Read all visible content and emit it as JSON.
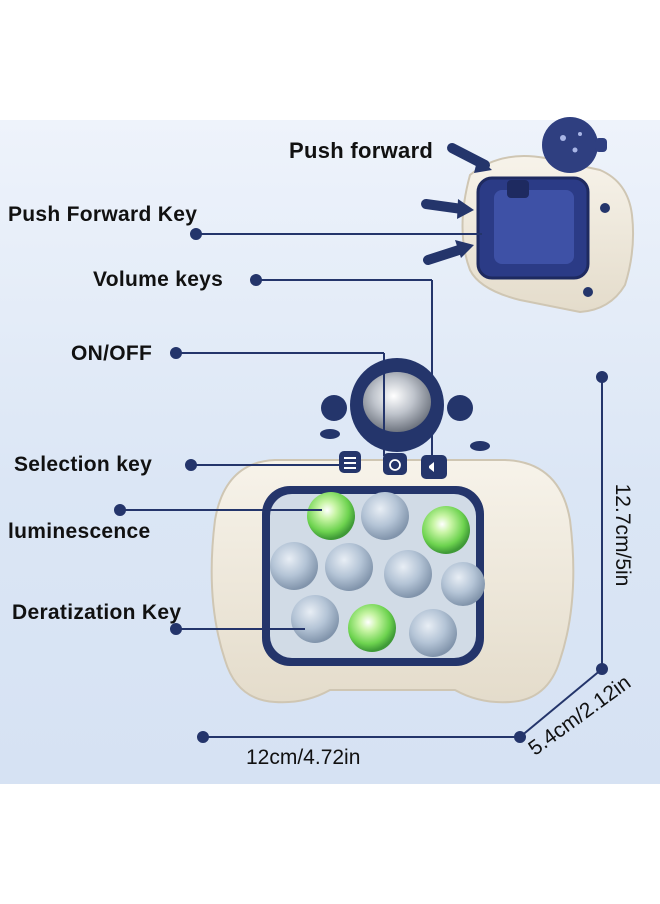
{
  "callouts": {
    "push_forward": "Push forward",
    "push_forward_key": "Push Forward Key",
    "volume_keys": "Volume keys",
    "on_off": "ON/OFF",
    "selection_key": "Selection key",
    "luminescence": "luminescence",
    "deratization_key": "Deratization Key"
  },
  "dimensions": {
    "height": "12.7cm/5in",
    "width": "12cm/4.72in",
    "depth": "5.4cm/2.12in"
  },
  "colors": {
    "navy": "#24356b",
    "console_body": "#efe9dc",
    "bubble": "#a9bccf",
    "glow": "#7fe06a"
  }
}
